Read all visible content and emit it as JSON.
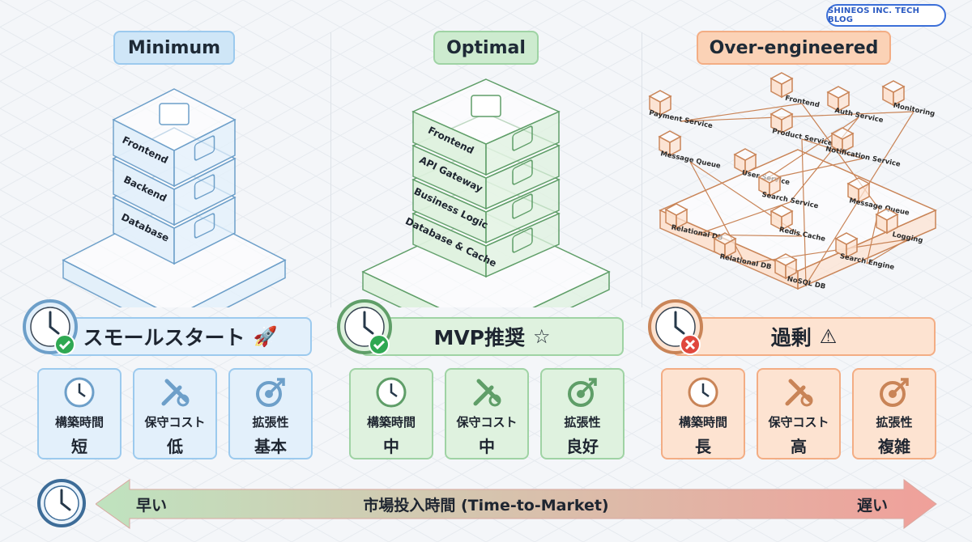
{
  "badge": "SHINEOS INC. TECH BLOG",
  "columns": [
    {
      "title": "Minimum",
      "accent": "#cfe6f7",
      "border": "#9ccaee",
      "fill": "#e3f0fb",
      "stroke": "#6d9fc9",
      "layers": [
        "Frontend",
        "Backend",
        "Database"
      ],
      "banner": "スモールスタート",
      "banner_icon": "rocket-icon",
      "status": "check",
      "metrics": [
        {
          "label": "構築時間",
          "value": "短"
        },
        {
          "label": "保守コスト",
          "value": "低"
        },
        {
          "label": "拡張性",
          "value": "基本"
        }
      ]
    },
    {
      "title": "Optimal",
      "accent": "#cdebcf",
      "border": "#9fd3a4",
      "fill": "#dff2df",
      "stroke": "#5f9e68",
      "layers": [
        "Frontend",
        "API Gateway",
        "Business Logic",
        "Database & Cache"
      ],
      "banner": "MVP推奨",
      "banner_icon": "star-check-icon",
      "status": "check",
      "metrics": [
        {
          "label": "構築時間",
          "value": "中"
        },
        {
          "label": "保守コスト",
          "value": "中"
        },
        {
          "label": "拡張性",
          "value": "良好"
        }
      ]
    },
    {
      "title": "Over-engineered",
      "accent": "#fbd2b6",
      "border": "#f3ad84",
      "fill": "#fde3d1",
      "stroke": "#c98457",
      "nodes": [
        "Frontend",
        "Auth Service",
        "Monitoring",
        "Payment Service",
        "Product Service",
        "Message Queue",
        "User Service",
        "Notification Service",
        "Search Service",
        "Message Queue",
        "Redis Cache",
        "Relational DB",
        "Relational DB",
        "NoSQL DB",
        "Search Engine",
        "Logging"
      ],
      "banner": "過剰",
      "banner_icon": "warning-icon",
      "status": "cross",
      "metrics": [
        {
          "label": "構築時間",
          "value": "長"
        },
        {
          "label": "保守コスト",
          "value": "高"
        },
        {
          "label": "拡張性",
          "value": "複雑"
        }
      ]
    }
  ],
  "timeline": {
    "left": "早い",
    "center": "市場投入時間 (Time-to-Market)",
    "right": "遅い",
    "start_color": "#bfe3bf",
    "end_color": "#f0a09a"
  }
}
